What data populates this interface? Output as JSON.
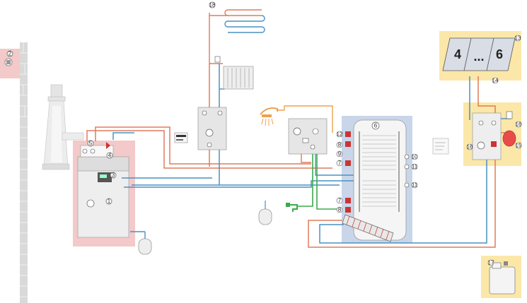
{
  "labels": {
    "boiler": "1",
    "chimney_heater": "2",
    "boiler_control": "3",
    "boiler_pump": "4",
    "boiler_valve": "5",
    "cylinder": "6",
    "cyl_pump_top": "7",
    "cyl_pump_bottom": "7",
    "cyl_sensor_top": "8",
    "cyl_sensor_bottom": "8",
    "cyl_valve": "9",
    "cyl_port_a": "10",
    "cyl_port_b": "11",
    "cyl_port_c": "11",
    "mix_valve": "12",
    "solar_panel_ref": "13",
    "solar_link": "14",
    "expansion": "15",
    "solar_station": "16",
    "solar_station_valve": "16",
    "antifreeze": "17",
    "heating_circuit": "18",
    "solar_panel_left": "4",
    "solar_panel_right": "6",
    "solar_panel_mid": "..."
  },
  "colors": {
    "flow": "#e07b5a",
    "return": "#4a90c2",
    "potable": "#3aaa4a",
    "highlight_pink": "#f3c9c9",
    "highlight_blue": "#c9d6ea",
    "highlight_yellow": "#fbe7a8",
    "wall": "#d9d9d9"
  }
}
